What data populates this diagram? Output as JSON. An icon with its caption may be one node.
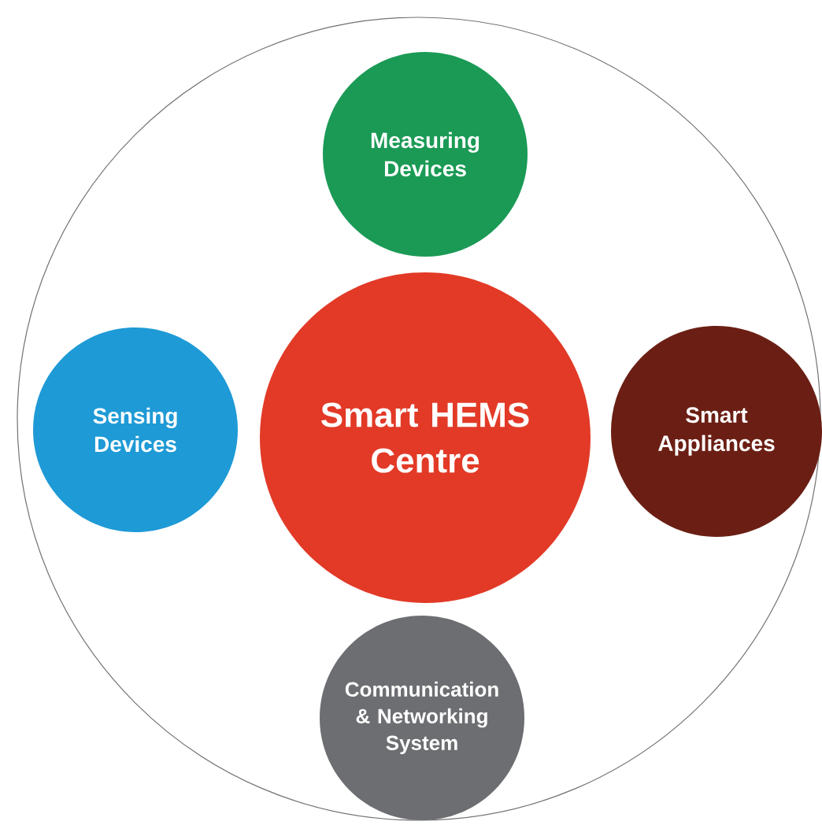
{
  "diagram": {
    "nodes": [
      {
        "text": [],
        "shape": "circle"
      },
      {
        "text": [
          "Measuring Devices"
        ],
        "in": 0
      },
      {
        "text": [
          "Sensing Devices"
        ],
        "in": 0
      },
      {
        "text": [
          "Smart HEMS Centre"
        ],
        "in": 0
      },
      {
        "text": [
          "Smart Appliances"
        ],
        "in": 0
      },
      {
        "text": [
          "Communication & Networking System"
        ],
        "in": 0
      }
    ]
  }
}
